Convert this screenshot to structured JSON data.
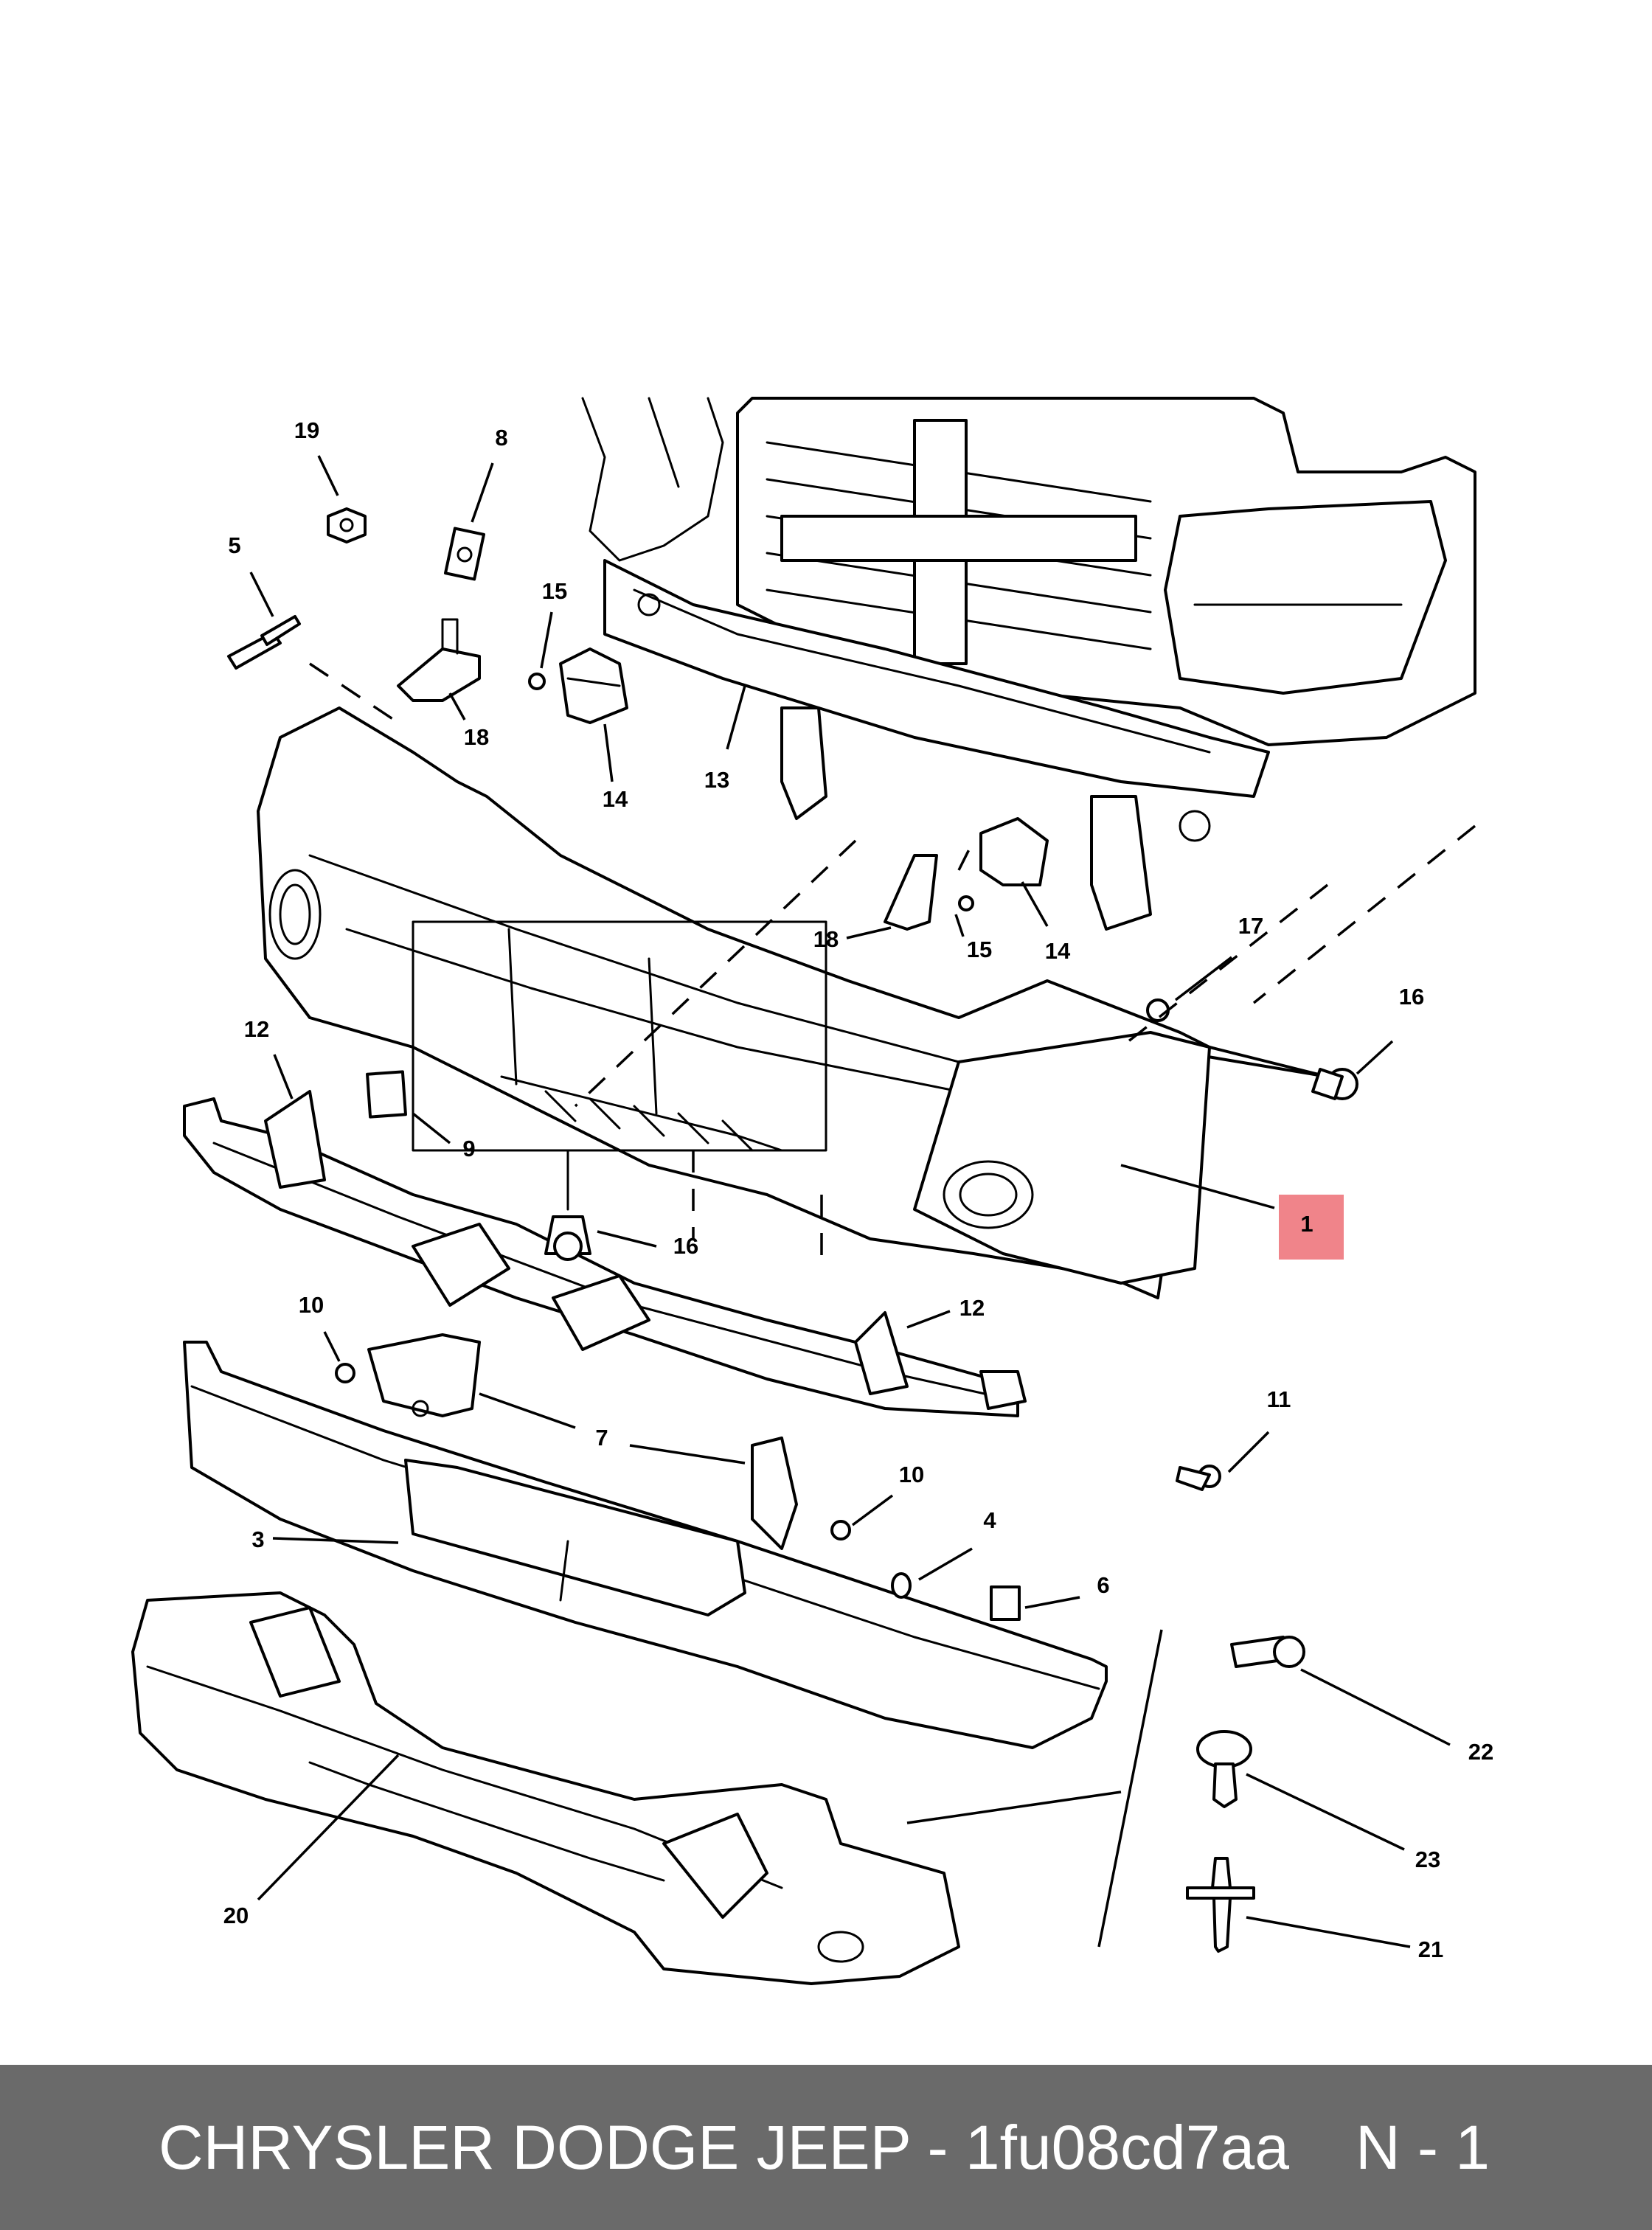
{
  "diagram": {
    "callouts": [
      {
        "id": "c19",
        "label": "19"
      },
      {
        "id": "c8",
        "label": "8"
      },
      {
        "id": "c5",
        "label": "5"
      },
      {
        "id": "c15a",
        "label": "15"
      },
      {
        "id": "c18a",
        "label": "18"
      },
      {
        "id": "c14a",
        "label": "14"
      },
      {
        "id": "c13",
        "label": "13"
      },
      {
        "id": "c18b",
        "label": "18"
      },
      {
        "id": "c15b",
        "label": "15"
      },
      {
        "id": "c14b",
        "label": "14"
      },
      {
        "id": "c17",
        "label": "17"
      },
      {
        "id": "c16a",
        "label": "16"
      },
      {
        "id": "c12a",
        "label": "12"
      },
      {
        "id": "c9",
        "label": "9"
      },
      {
        "id": "c16b",
        "label": "16"
      },
      {
        "id": "c1",
        "label": "1",
        "highlighted": true
      },
      {
        "id": "c10a",
        "label": "10"
      },
      {
        "id": "c12b",
        "label": "12"
      },
      {
        "id": "c7",
        "label": "7"
      },
      {
        "id": "c11",
        "label": "11"
      },
      {
        "id": "c10b",
        "label": "10"
      },
      {
        "id": "c3",
        "label": "3"
      },
      {
        "id": "c4",
        "label": "4"
      },
      {
        "id": "c6",
        "label": "6"
      },
      {
        "id": "c22",
        "label": "22"
      },
      {
        "id": "c23",
        "label": "23"
      },
      {
        "id": "c20",
        "label": "20"
      },
      {
        "id": "c21",
        "label": "21"
      }
    ],
    "highlight_color": "#f0848a"
  },
  "footer": {
    "part_text": "CHRYSLER DODGE JEEP - 1fu08cd7aa",
    "page_text": "N - 1",
    "background": "#6a6a6a"
  }
}
